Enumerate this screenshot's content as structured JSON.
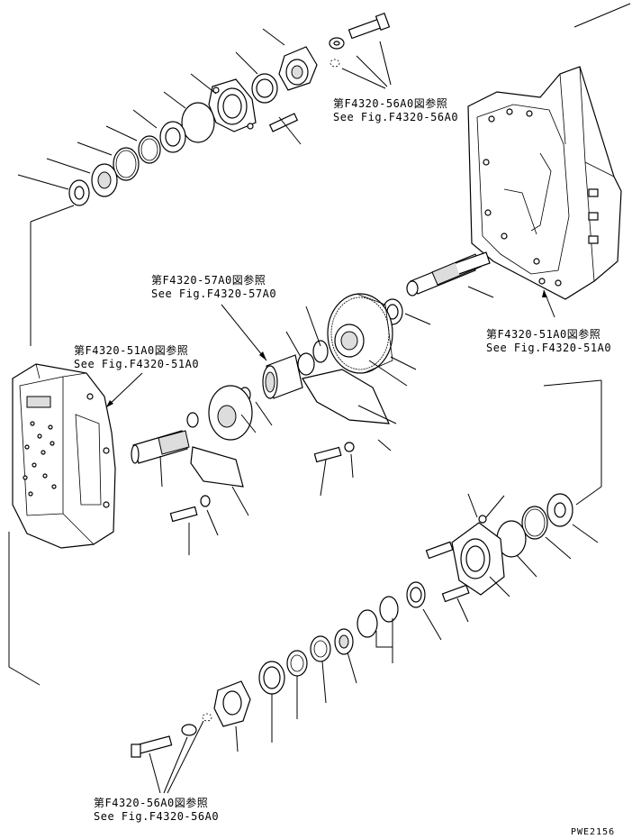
{
  "references": {
    "top": {
      "jp": "第F4320-56A0図参照",
      "en": "See Fig.F4320-56A0"
    },
    "center": {
      "jp": "第F4320-57A0図参照",
      "en": "See Fig.F4320-57A0"
    },
    "left_housing": {
      "jp": "第F4320-51A0図参照",
      "en": "See Fig.F4320-51A0"
    },
    "right_housing": {
      "jp": "第F4320-51A0図参照",
      "en": "See Fig.F4320-51A0"
    },
    "bottom": {
      "jp": "第F4320-56A0図参照",
      "en": "See Fig.F4320-56A0"
    }
  },
  "drawing_code": "PWE2156"
}
